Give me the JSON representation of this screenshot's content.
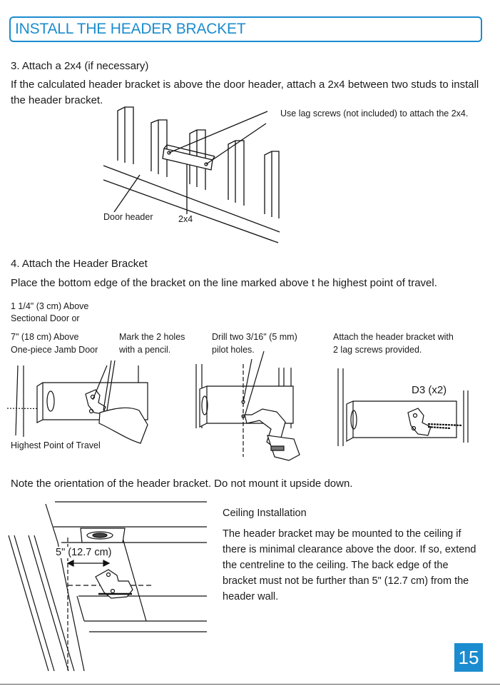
{
  "header": {
    "title": "INSTALL THE HEADER BRACKET"
  },
  "step3": {
    "heading": "3. Attach a 2x4 (if necessary)",
    "text_line1": "If the calculated header bracket is above the door header, attach a 2x4 between two studs to install",
    "text_line2": "the header bracket.",
    "callout": "Use lag screws (not included) to attach the 2x4.",
    "label_door_header": "Door header",
    "label_2x4": "2x4"
  },
  "step4": {
    "heading": "4. Attach the Header Bracket",
    "text": "Place the bottom edge of the bracket on the line marked above t  he highest point of travel.",
    "col1_line1": "1 1/4\" (3 cm) Above",
    "col1_line2": "Sectional Door or",
    "col1_line3": "7\" (18 cm) Above",
    "col1_line4": "One-piece Jamb Door",
    "col2_line1": "Mark the 2 holes",
    "col2_line2": "with a pencil.",
    "col3_line1": "Drill two 3/16\" (5 mm)",
    "col3_line2": "pilot holes.",
    "col4_line1": "Attach the header bracket with",
    "col4_line2": "2 lag screws provided.",
    "label_d3": "D3 (x2)",
    "label_highest_point": "Highest Point of Travel"
  },
  "note": {
    "text": "Note the orientation of the header bracket. Do not mount it upside down."
  },
  "ceiling": {
    "title": "Ceiling Installation",
    "lines": [
      "The header bracket may be mounted to the ceiling if",
      "there is minimal clearance above the door. If so, extend",
      "the centreline to the ceiling. The back edge of the",
      "bracket must not be further than 5\" (12.7 cm) from the",
      "header wall."
    ],
    "dimension": "5\" (12.7 cm)"
  },
  "page_number": "15"
}
